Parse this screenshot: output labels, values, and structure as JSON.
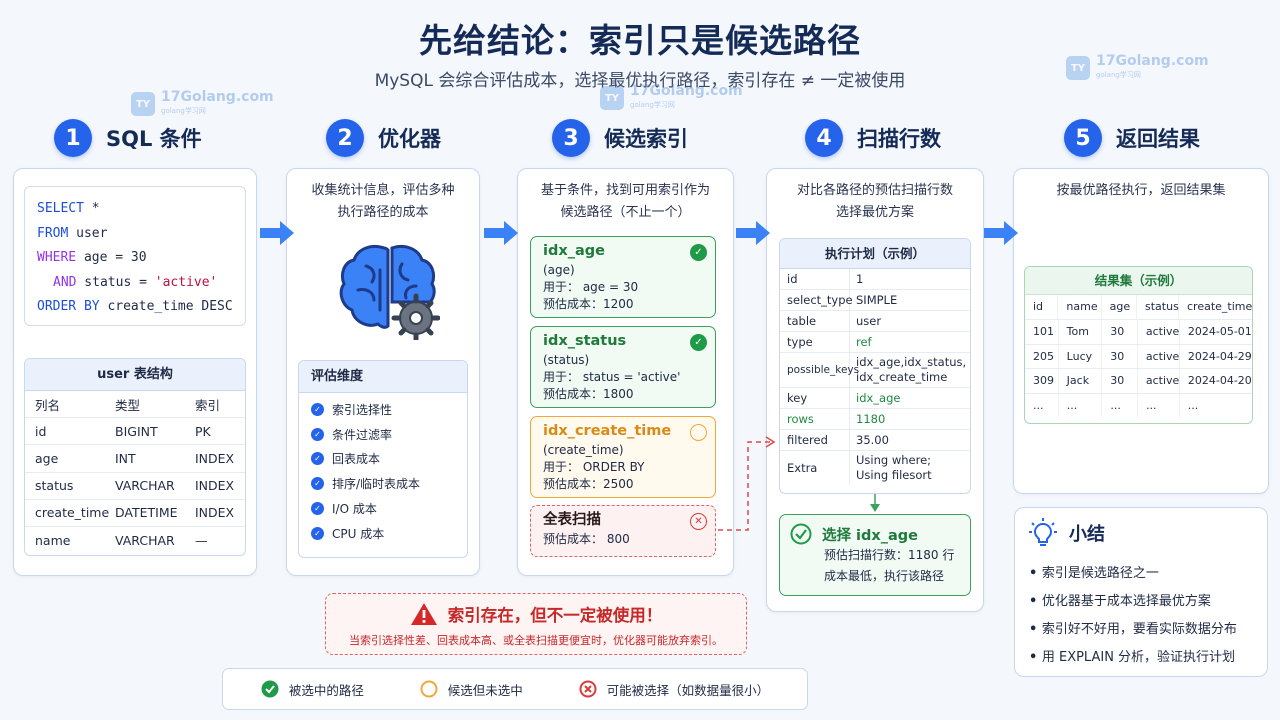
{
  "header": {
    "title": "先给结论：索引只是候选路径",
    "subtitle": "MySQL 会综合评估成本，选择最优执行路径，索引存在 ≠ 一定被使用"
  },
  "watermark": {
    "text": "17Golang.com",
    "sub": "golang学习网"
  },
  "steps": [
    {
      "num": "1",
      "title": "SQL 条件"
    },
    {
      "num": "2",
      "title": "优化器"
    },
    {
      "num": "3",
      "title": "候选索引"
    },
    {
      "num": "4",
      "title": "扫描行数"
    },
    {
      "num": "5",
      "title": "返回结果"
    }
  ],
  "sql": {
    "line1_kw": "SELECT",
    "line1_rest": " *",
    "line2_kw": "FROM",
    "line2_rest": " user",
    "line3_kw": "WHERE",
    "line3_rest": " age = 30",
    "line4_kw": "AND",
    "line4_rest": " status = ",
    "line4_str": "'active'",
    "line5_kw": "ORDER BY",
    "line5_rest": " create_time DESC"
  },
  "user_table": {
    "title": "user 表结构",
    "headers": [
      "列名",
      "类型",
      "索引"
    ],
    "rows": [
      [
        "id",
        "BIGINT",
        "PK"
      ],
      [
        "age",
        "INT",
        "INDEX"
      ],
      [
        "status",
        "VARCHAR",
        "INDEX"
      ],
      [
        "create_time",
        "DATETIME",
        "INDEX"
      ],
      [
        "name",
        "VARCHAR",
        "—"
      ]
    ]
  },
  "optimizer": {
    "desc_line1": "收集统计信息，评估多种",
    "desc_line2": "执行路径的成本",
    "eval_title": "评估维度",
    "eval_items": [
      "索引选择性",
      "条件过滤率",
      "回表成本",
      "排序/临时表成本",
      "I/O 成本",
      "CPU 成本"
    ]
  },
  "candidates": {
    "desc_line1": "基于条件，找到可用索引作为",
    "desc_line2": "候选路径（不止一个）",
    "items": [
      {
        "name": "idx_age",
        "cols": "(age)",
        "use": "用于： age = 30",
        "cost": "预估成本：1200"
      },
      {
        "name": "idx_status",
        "cols": "(status)",
        "use": "用于： status = 'active'",
        "cost": "预估成本：1800"
      },
      {
        "name": "idx_create_time",
        "cols": "(create_time)",
        "use": "用于： ORDER BY",
        "cost": "预估成本：2500"
      },
      {
        "name": "全表扫描",
        "cost": "预估成本： 800"
      }
    ]
  },
  "scan": {
    "desc_line1": "对比各路径的预估扫描行数",
    "desc_line2": "选择最优方案",
    "plan_title": "执行计划（示例）",
    "plan_rows": [
      [
        "id",
        "1"
      ],
      [
        "select_type",
        "SIMPLE"
      ],
      [
        "table",
        "user"
      ],
      [
        "type",
        "ref"
      ],
      [
        "possible_keys",
        "idx_age,idx_status, idx_create_time"
      ],
      [
        "key",
        "idx_age"
      ],
      [
        "rows",
        "1180"
      ],
      [
        "filtered",
        "35.00"
      ],
      [
        "Extra",
        "Using where; Using filesort"
      ]
    ],
    "choose_title": "选择 idx_age",
    "choose_line1": "预估扫描行数：1180 行",
    "choose_line2": "成本最低，执行该路径"
  },
  "result": {
    "desc": "按最优路径执行，返回结果集",
    "table_title": "结果集（示例）",
    "headers": [
      "id",
      "name",
      "age",
      "status",
      "create_time"
    ],
    "rows": [
      [
        "101",
        "Tom",
        "30",
        "active",
        "2024-05-01"
      ],
      [
        "205",
        "Lucy",
        "30",
        "active",
        "2024-04-29"
      ],
      [
        "309",
        "Jack",
        "30",
        "active",
        "2024-04-20"
      ],
      [
        "...",
        "...",
        "...",
        "...",
        "..."
      ]
    ]
  },
  "summary": {
    "title": "小结",
    "items": [
      "索引是候选路径之一",
      "优化器基于成本选择最优方案",
      "索引好不好用，要看实际数据分布",
      "用 EXPLAIN 分析，验证执行计划"
    ]
  },
  "warning": {
    "title": "索引存在，但不一定被使用！",
    "sub": "当索引选择性差、回表成本高、或全表扫描更便宜时，优化器可能放弃索引。"
  },
  "legend": {
    "chosen": "被选中的路径",
    "candidate": "候选但未选中",
    "possible": "可能被选择（如数据量很小）"
  },
  "colors": {
    "primary": "#2563eb",
    "green": "#1f9a48",
    "orange": "#f2a73b",
    "red": "#d93a3a"
  }
}
